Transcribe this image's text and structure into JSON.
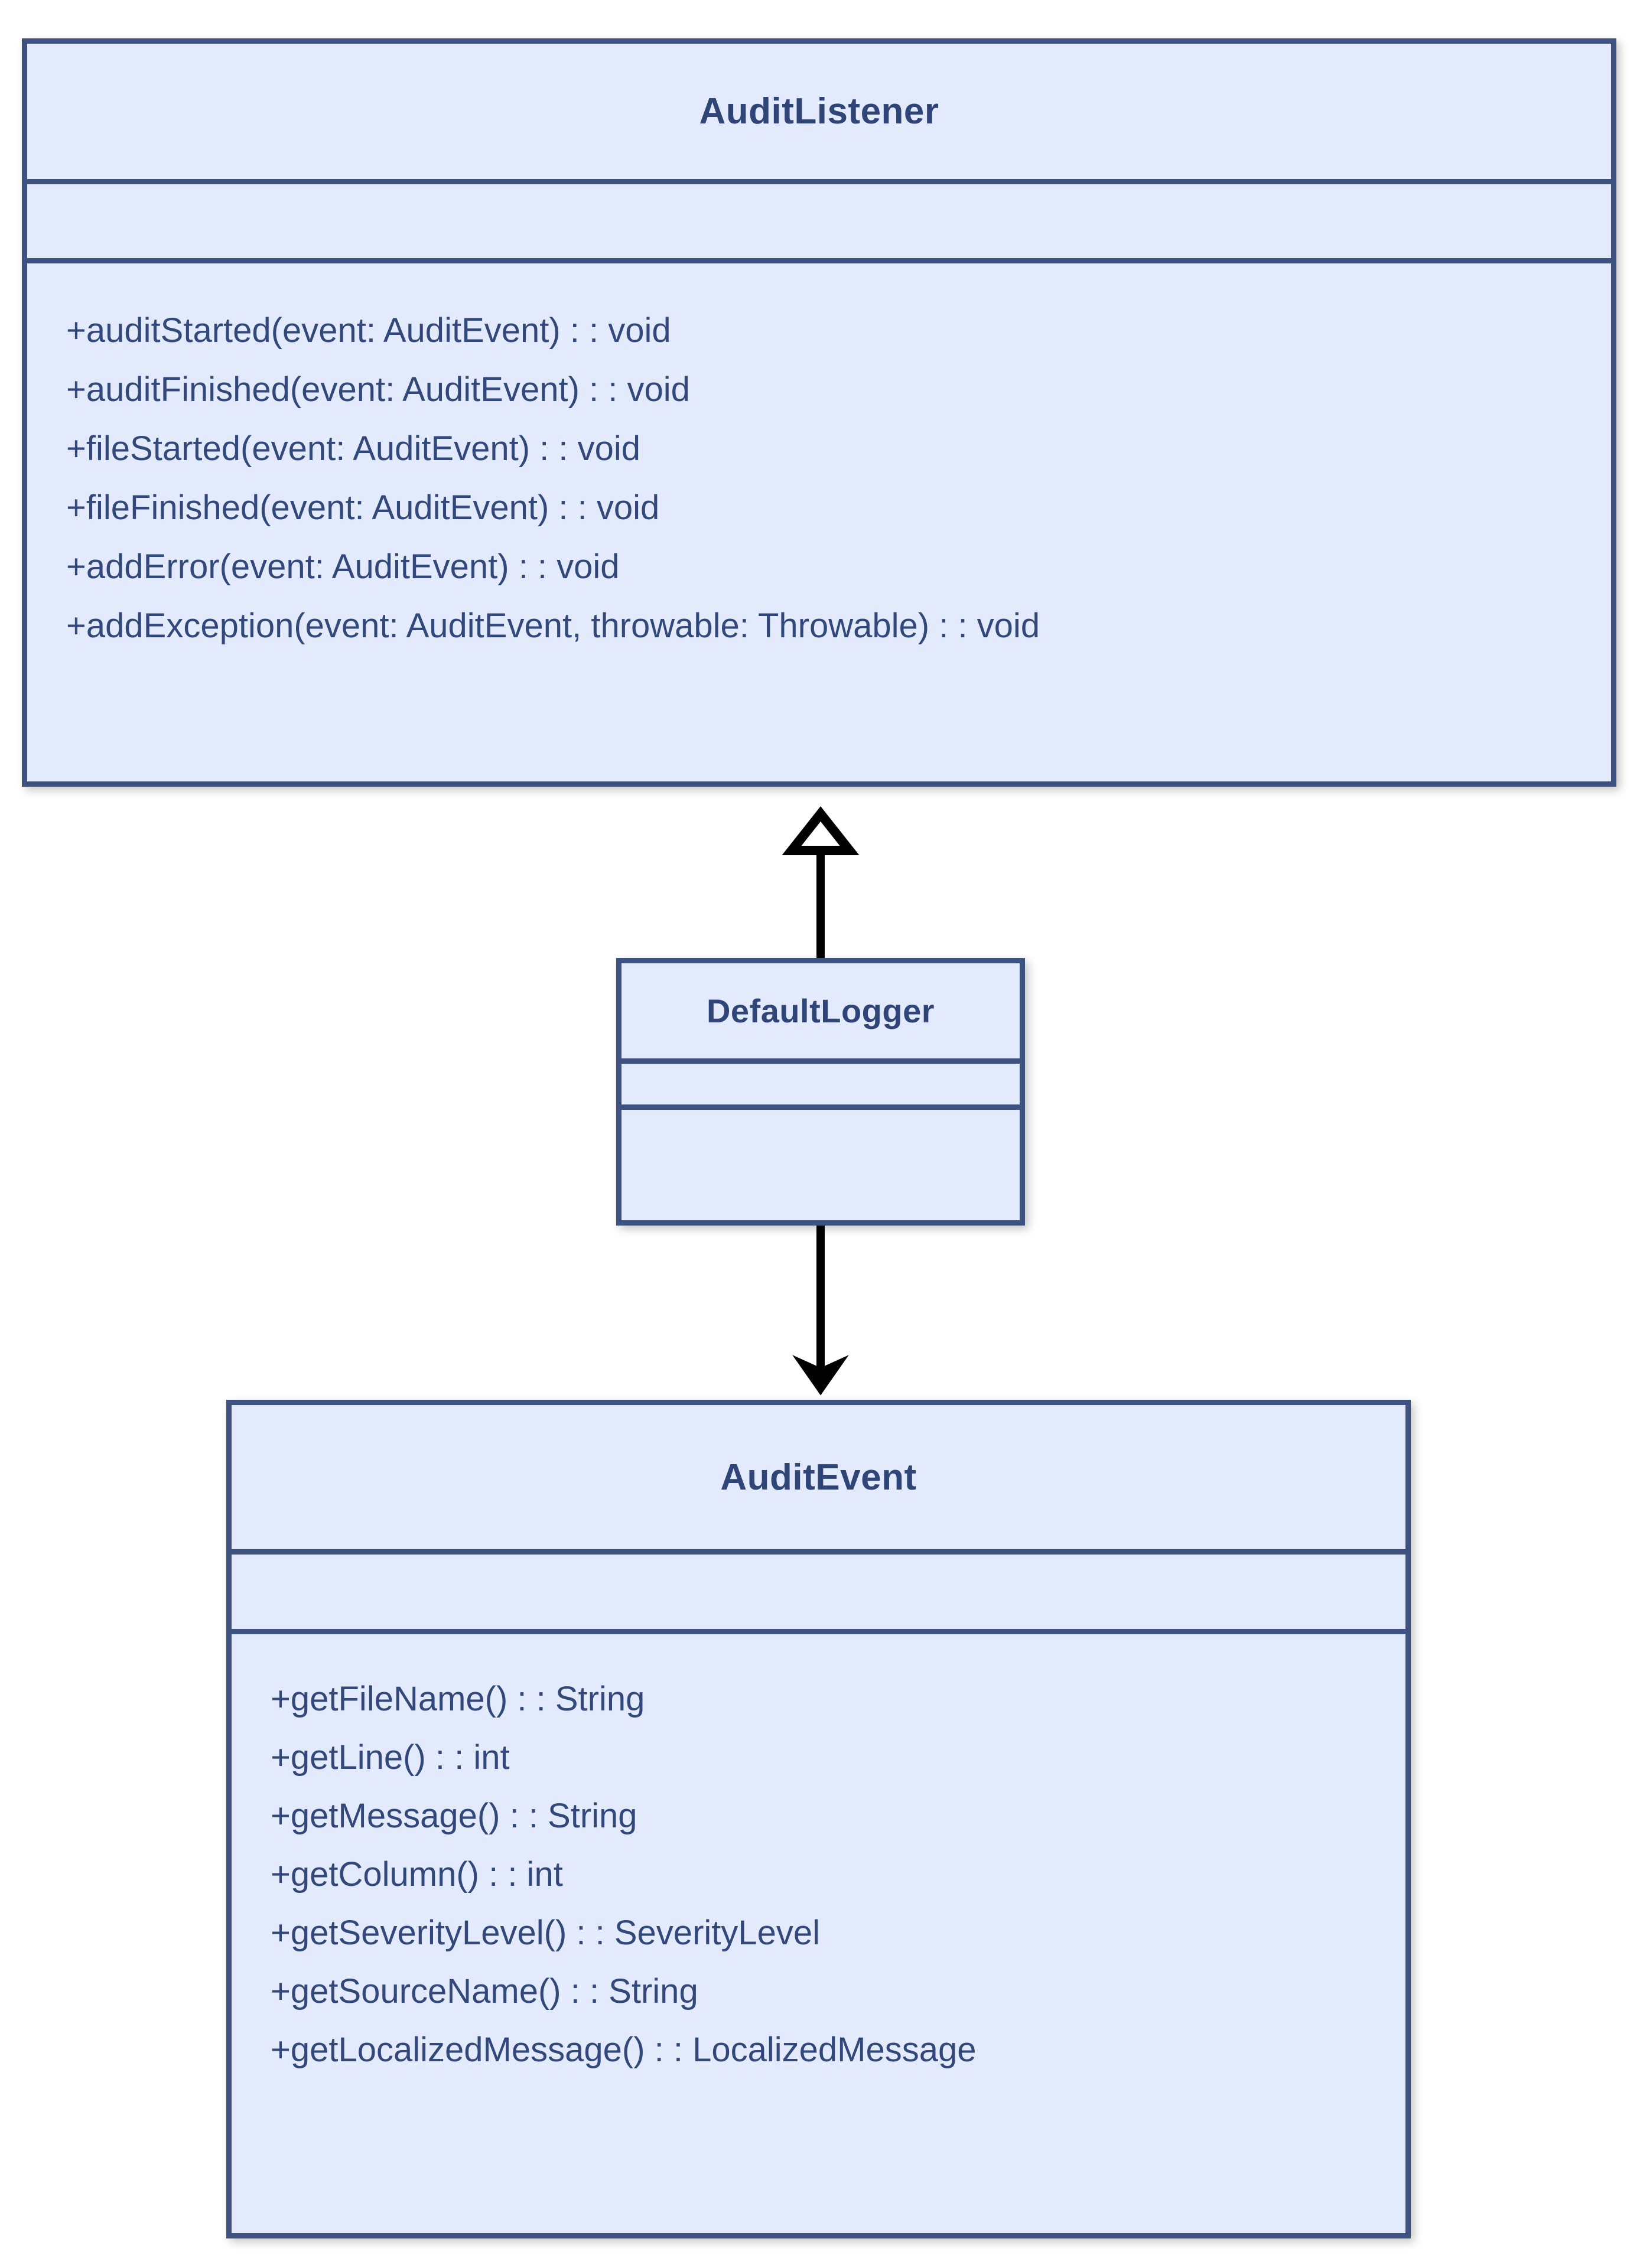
{
  "diagram": {
    "type": "uml-class-diagram",
    "colors": {
      "box_fill": "#e3eafc",
      "box_border": "#3d5280",
      "text": "#32487a",
      "connector": "#000000",
      "background": "#ffffff"
    }
  },
  "classes": {
    "audit_listener": {
      "name": "AuditListener",
      "attributes": [],
      "operations": [
        "+auditStarted(event: AuditEvent) : : void",
        "+auditFinished(event: AuditEvent) : : void",
        "+fileStarted(event: AuditEvent) : : void",
        "+fileFinished(event: AuditEvent) : : void",
        "+addError(event: AuditEvent) : : void",
        "+addException(event: AuditEvent, throwable: Throwable) : : void"
      ]
    },
    "default_logger": {
      "name": "DefaultLogger",
      "attributes": [],
      "operations": []
    },
    "audit_event": {
      "name": "AuditEvent",
      "attributes": [],
      "operations": [
        "+getFileName() : : String",
        "+getLine() : : int",
        "+getMessage() : : String",
        "+getColumn() : : int",
        "+getSeverityLevel() : : SeverityLevel",
        "+getSourceName() : : String",
        "+getLocalizedMessage() : : LocalizedMessage"
      ]
    }
  },
  "relationships": [
    {
      "id": "generalization",
      "from": "DefaultLogger",
      "to": "AuditListener",
      "arrow": "hollow-triangle",
      "direction": "up",
      "label": ""
    },
    {
      "id": "dependency",
      "from": "DefaultLogger",
      "to": "AuditEvent",
      "arrow": "solid-arrowhead",
      "direction": "down",
      "label": ""
    }
  ]
}
